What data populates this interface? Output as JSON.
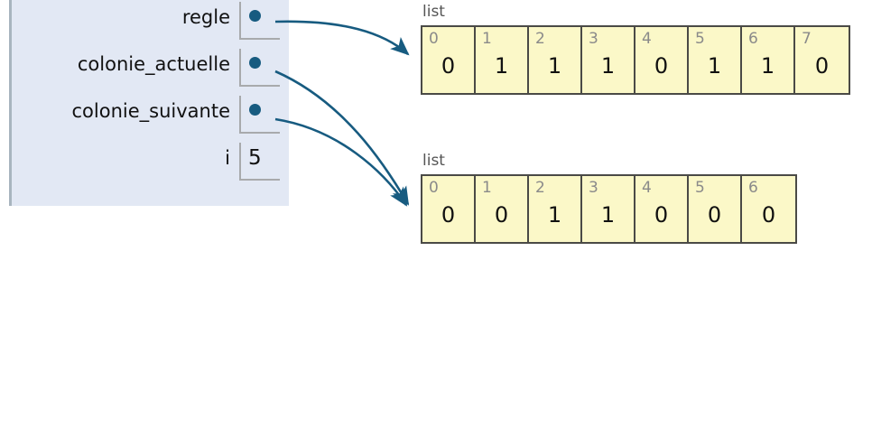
{
  "frame": {
    "background_color": "#e2e8f4",
    "variables": [
      {
        "name": "regle",
        "kind": "pointer",
        "value": "",
        "points_to": "list-obj-0"
      },
      {
        "name": "colonie_actuelle",
        "kind": "pointer",
        "value": "",
        "points_to": "list-obj-1"
      },
      {
        "name": "colonie_suivante",
        "kind": "pointer",
        "value": "",
        "points_to": "list-obj-1"
      },
      {
        "name": "i",
        "kind": "value",
        "value": "5",
        "points_to": ""
      }
    ]
  },
  "objects": [
    {
      "id": "list-obj-0",
      "type_label": "list",
      "indices": [
        "0",
        "1",
        "2",
        "3",
        "4",
        "5",
        "6",
        "7"
      ],
      "values": [
        "0",
        "1",
        "1",
        "1",
        "0",
        "1",
        "1",
        "0"
      ]
    },
    {
      "id": "list-obj-1",
      "type_label": "list",
      "indices": [
        "0",
        "1",
        "2",
        "3",
        "4",
        "5",
        "6"
      ],
      "values": [
        "0",
        "0",
        "1",
        "1",
        "0",
        "0",
        "0"
      ]
    }
  ],
  "colors": {
    "frame_background": "#e2e8f4",
    "frame_border": "#a8b5bf",
    "pointer": "#175b80",
    "list_cell_background": "#fbf8c8",
    "list_border": "#4a4a46",
    "index_text": "#8a8a8a",
    "type_label_text": "#555555",
    "value_text": "#111111"
  }
}
